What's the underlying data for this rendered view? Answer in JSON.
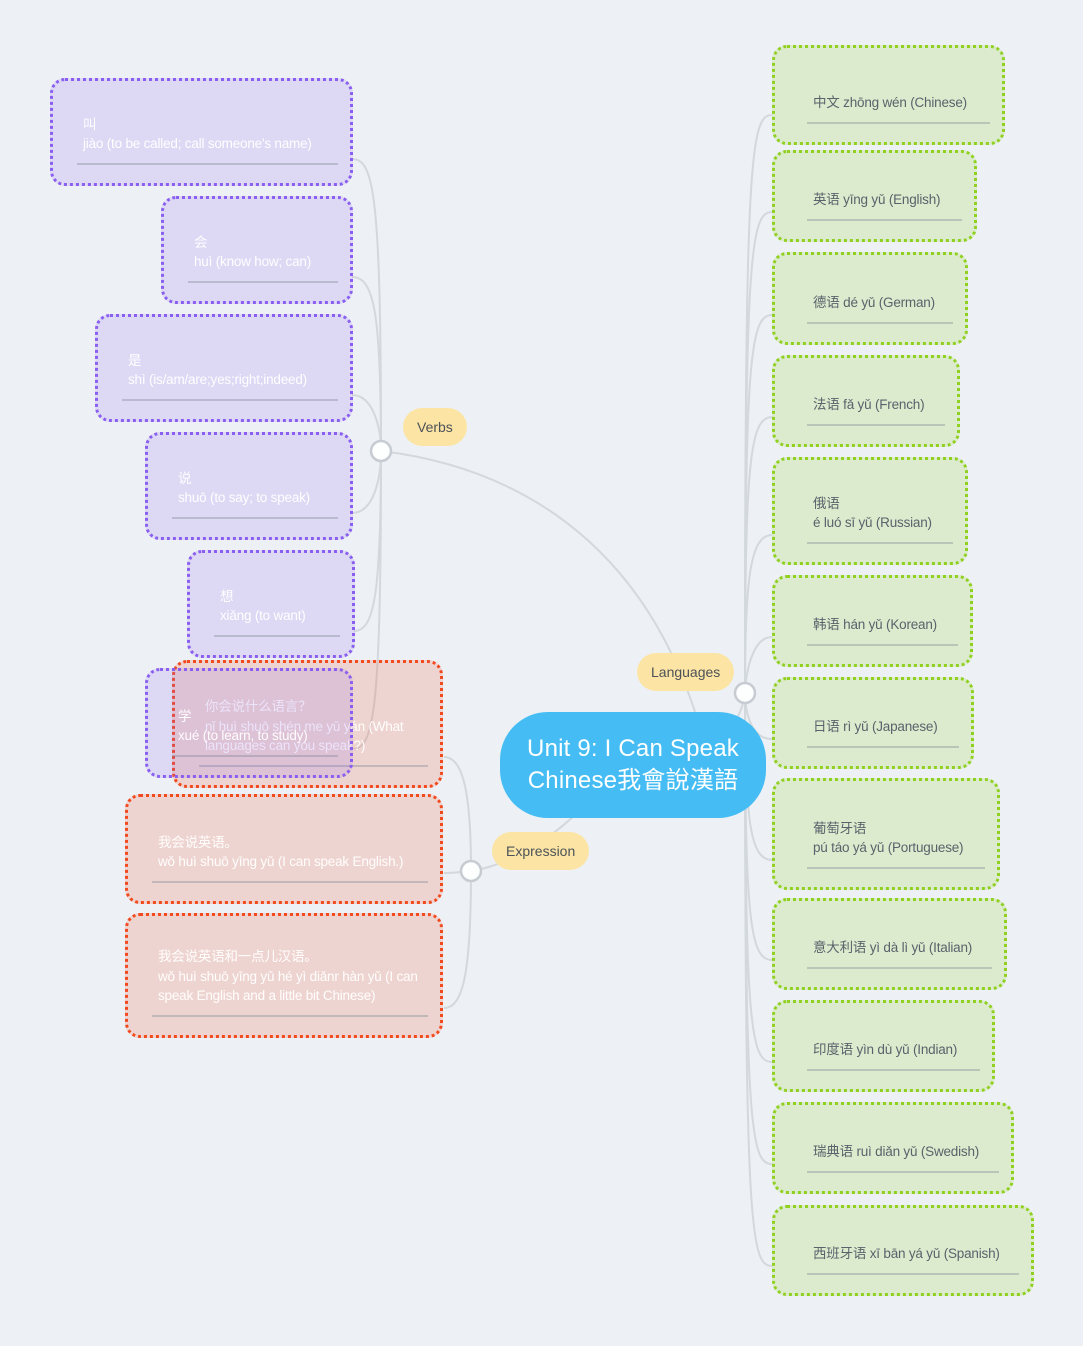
{
  "canvas": {
    "background_color": "#edf1f5"
  },
  "central": {
    "title_line1": "Unit 9: I Can Speak",
    "title_line2": "Chinese我會說漢語",
    "color": "#45bdf4"
  },
  "branches": {
    "verbs": {
      "label": "Verbs",
      "color": "#8a5ff0",
      "nodes": [
        {
          "hanzi": "叫",
          "pinyin": "jiào (to be called; call someone's name)"
        },
        {
          "hanzi": "会",
          "pinyin": "huì (know how; can)"
        },
        {
          "hanzi": "是",
          "pinyin": "shì (is/am/are;yes;right;indeed)"
        },
        {
          "hanzi": "说",
          "pinyin": "shuō (to say; to speak)"
        },
        {
          "hanzi": "想",
          "pinyin": "xiǎng (to want)"
        },
        {
          "hanzi": "学",
          "pinyin": "xué (to learn, to study)"
        }
      ]
    },
    "languages": {
      "label": "Languages",
      "color": "#90d021",
      "nodes": [
        {
          "line1": "中文 zhōng wén (Chinese)",
          "line2": ""
        },
        {
          "line1": "英语 yīng yǔ (English)",
          "line2": ""
        },
        {
          "line1": "德语 dé yǔ (German)",
          "line2": ""
        },
        {
          "line1": "法语 fǎ yǔ (French)",
          "line2": ""
        },
        {
          "line1": "俄语",
          "line2": "é luó sī yǔ (Russian)"
        },
        {
          "line1": "韩语 hán yǔ (Korean)",
          "line2": ""
        },
        {
          "line1": "日语 rì yǔ (Japanese)",
          "line2": ""
        },
        {
          "line1": "葡萄牙语",
          "line2": "pú táo yá yǔ (Portuguese)"
        },
        {
          "line1": "意大利语 yì dà lì yǔ (Italian)",
          "line2": ""
        },
        {
          "line1": "印度语 yìn dù yǔ (Indian)",
          "line2": ""
        },
        {
          "line1": "瑞典语 ruì diǎn yǔ (Swedish)",
          "line2": ""
        },
        {
          "line1": "西班牙语 xī bān yá yǔ (Spanish)",
          "line2": ""
        }
      ]
    },
    "expression": {
      "label": "Expression",
      "color": "#f24a1f",
      "nodes": [
        {
          "hanzi": "你会说什么语言？",
          "pinyin": "nǐ huì shuō shén me yǔ yán (What languages can you speak?)"
        },
        {
          "hanzi": "我会说英语。",
          "pinyin": "wǒ huì shuō yīng yǔ (I can speak English.)"
        },
        {
          "hanzi": "我会说英语和一点儿汉语。",
          "pinyin": "wǒ huì shuō yīng yǔ hé yì diǎnr hàn yǔ (I can speak English and a little bit Chinese)"
        }
      ]
    }
  }
}
